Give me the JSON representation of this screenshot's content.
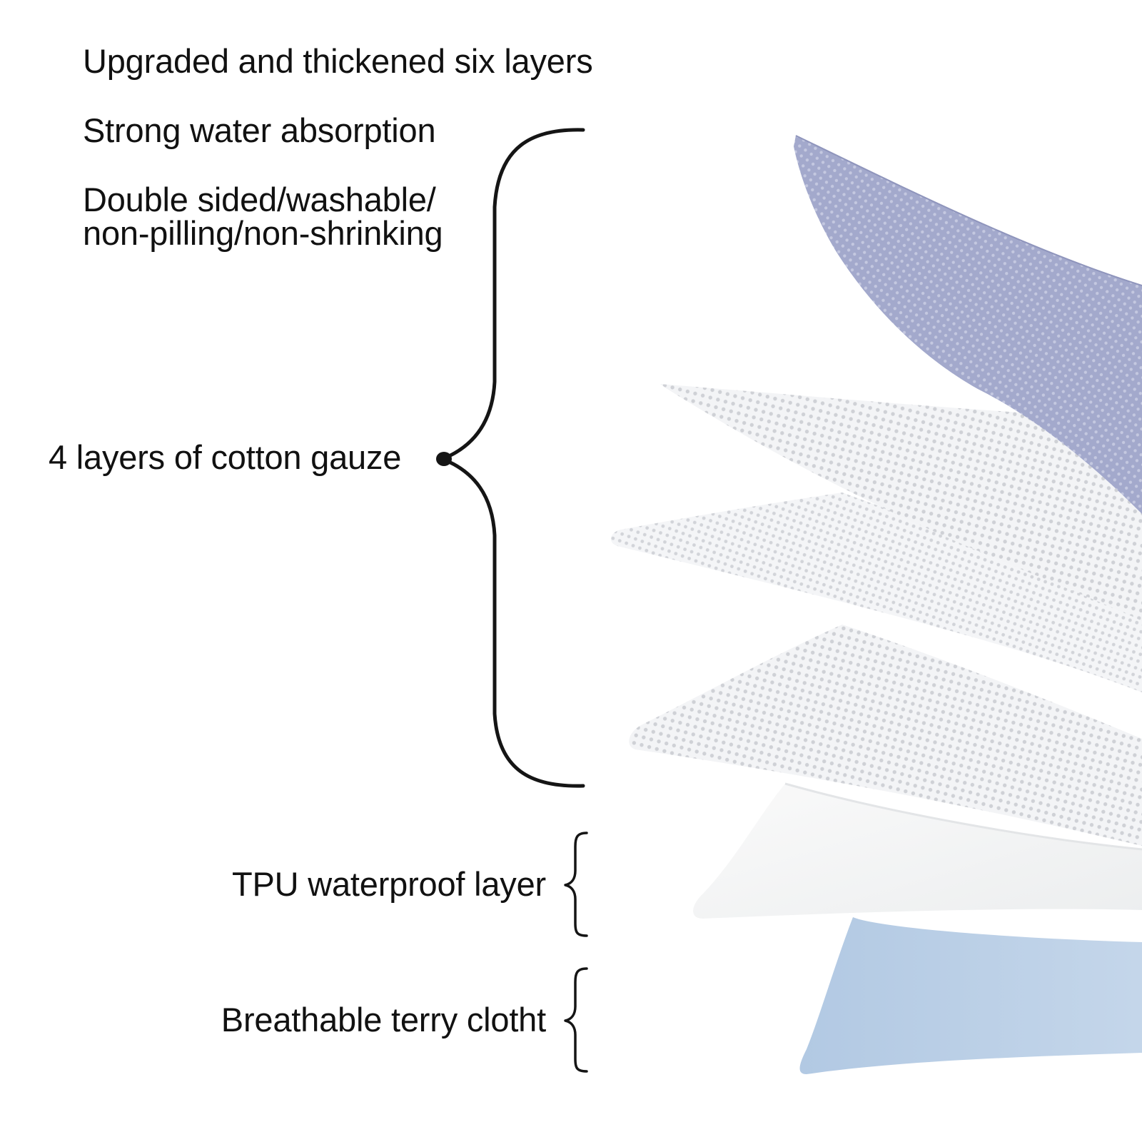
{
  "headline": "Upgraded and thickened six layers",
  "features": {
    "absorption": "Strong water absorption",
    "care_line1": "Double sided/washable/",
    "care_line2": "non-pilling/non-shrinking"
  },
  "layers": {
    "gauze": "4 layers of cotton gauze",
    "tpu": "TPU waterproof layer",
    "terry": "Breathable terry clotht"
  },
  "colors": {
    "top_layer": "#9ea4c8",
    "gauze_layer": "#f1f2f4",
    "tpu_layer": "#f4f5f6",
    "terry_layer": "#b5cbe2",
    "text": "#111111"
  }
}
